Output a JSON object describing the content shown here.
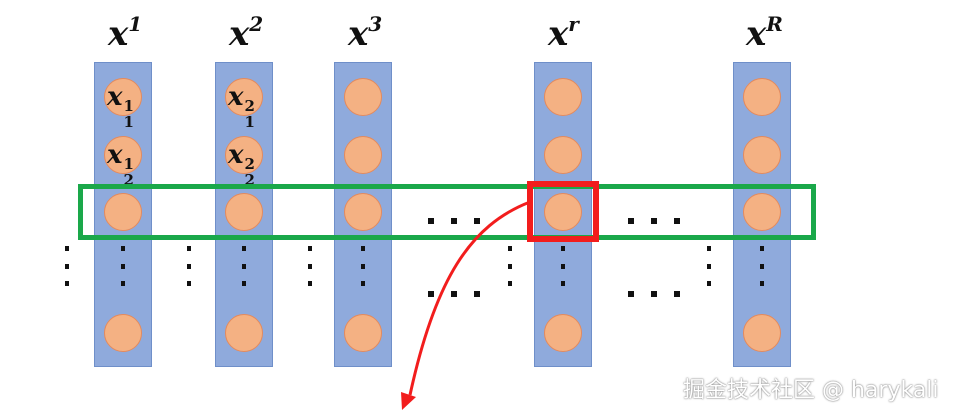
{
  "columns": [
    {
      "base": "x",
      "sup": "1"
    },
    {
      "base": "x",
      "sup": "2"
    },
    {
      "base": "x",
      "sup": "3"
    },
    {
      "base": "x",
      "sup": "r"
    },
    {
      "base": "x",
      "sup": "R"
    }
  ],
  "element_labels": {
    "x1_1": {
      "base": "x",
      "sup": "1",
      "sub": "1"
    },
    "x1_2": {
      "base": "x",
      "sup": "1",
      "sub": "2"
    },
    "x2_1": {
      "base": "x",
      "sup": "2",
      "sub": "1"
    },
    "x2_2": {
      "base": "x",
      "sup": "2",
      "sub": "2"
    }
  },
  "colors": {
    "column_fill": "#8faadc",
    "node_fill": "#f4b183",
    "highlight_row": "#1aa84a",
    "selected_box": "#f21d1d",
    "arrow": "#f21d1d"
  },
  "watermark": "掘金技术社区 @ harykali"
}
